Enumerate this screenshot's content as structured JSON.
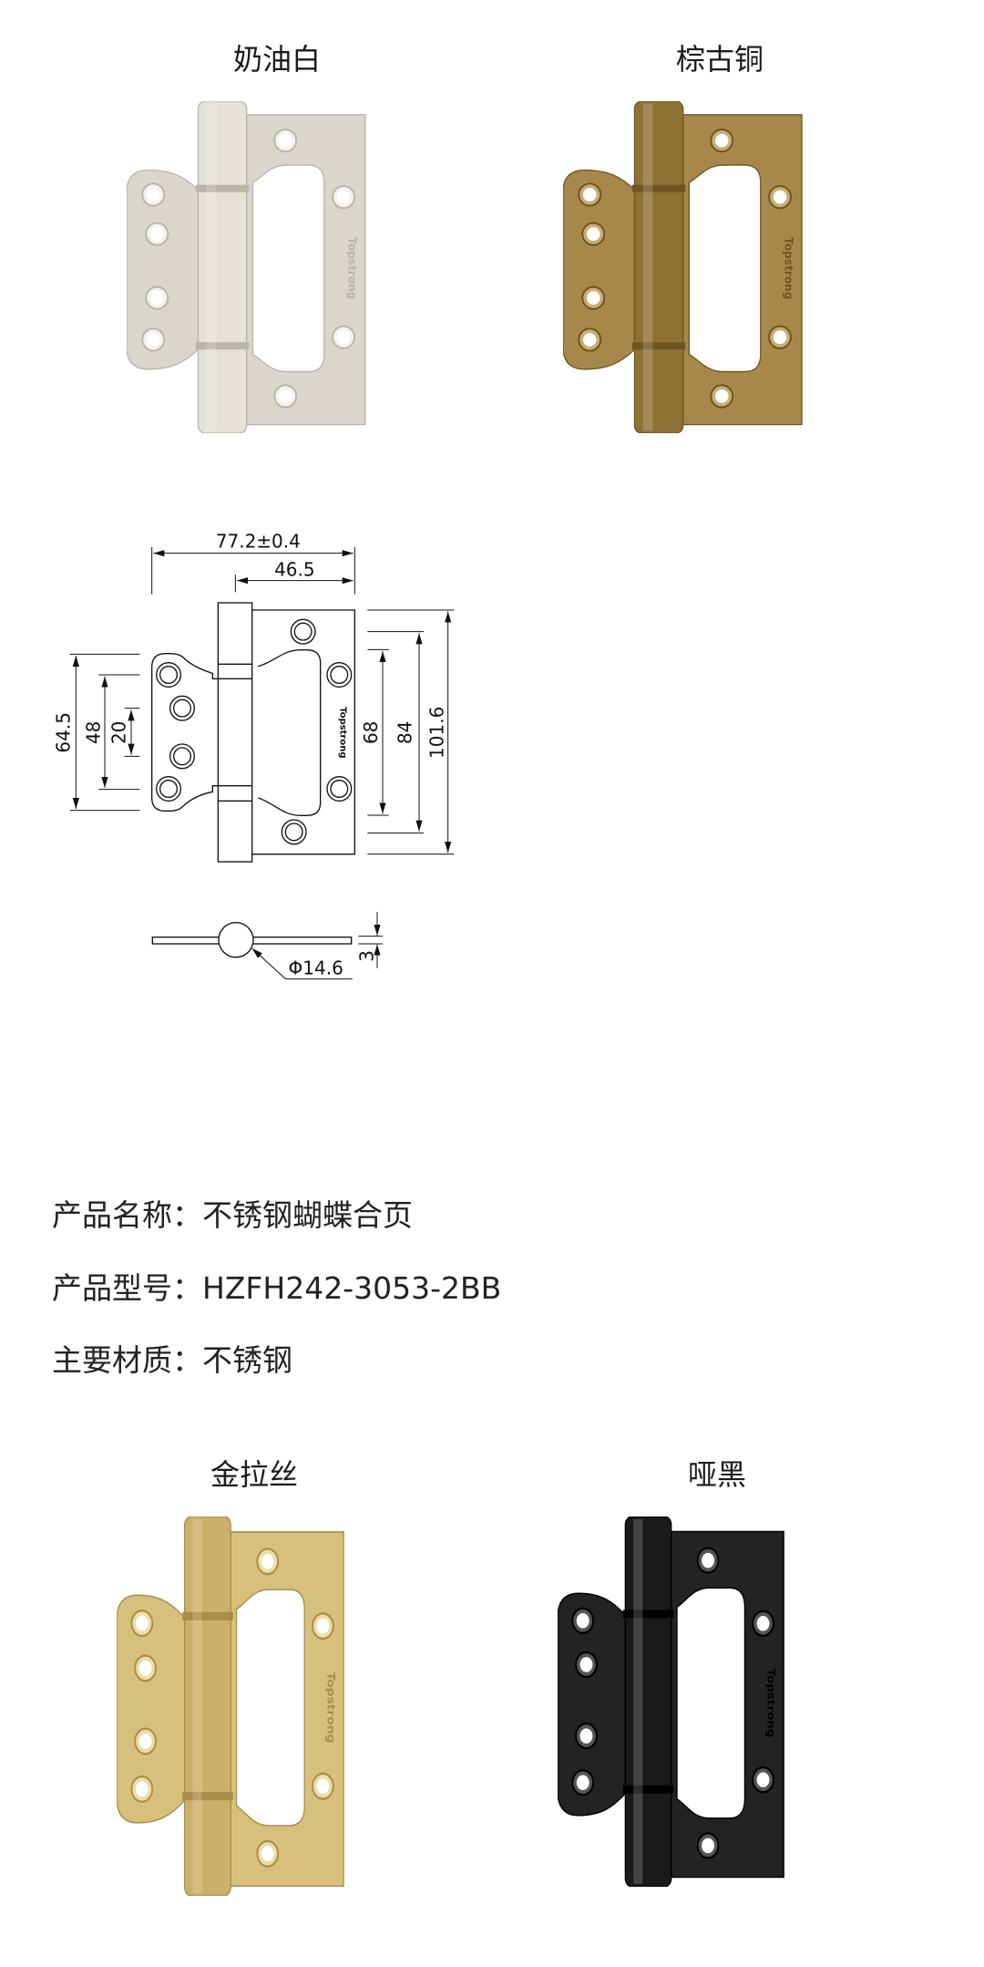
{
  "variants": [
    {
      "name": "奶油白",
      "leaf": "#d9d6cb",
      "pin": "#e4e1d7",
      "edge": "#b9b5a8",
      "hole": "#f4f2ec",
      "brand": "Topstrong"
    },
    {
      "name": "棕古铜",
      "leaf": "#a8884a",
      "pin": "#8e7233",
      "edge": "#6d5522",
      "hole": "#c9ad72",
      "brand": "Topstrong"
    },
    {
      "name": "金拉丝",
      "leaf": "#d7bf7c",
      "pin": "#cbb06a",
      "edge": "#a88f4a",
      "hole": "#eedca6",
      "brand": "Topstrong"
    },
    {
      "name": "哑黑",
      "leaf": "#232323",
      "pin": "#1a1a1a",
      "edge": "#000000",
      "hole": "#555555",
      "brand": "Topstrong"
    }
  ],
  "drawing": {
    "dims": {
      "overall_width": "77.2±0.4",
      "leaf_width": "46.5",
      "left_height": "64.5",
      "left_holes": "48",
      "left_inner": "20",
      "right_inner": "68",
      "right_holes": "84",
      "right_height": "101.6",
      "pin_diameter": "Φ14.6",
      "thickness": "3"
    },
    "brand": "Topstrong"
  },
  "specs": {
    "name_label": "产品名称：",
    "name_value": "不锈钢蝴蝶合页",
    "model_label": "产品型号：",
    "model_value": "HZFH242-3053-2BB",
    "material_label": "主要材质：",
    "material_value": "不锈钢"
  }
}
